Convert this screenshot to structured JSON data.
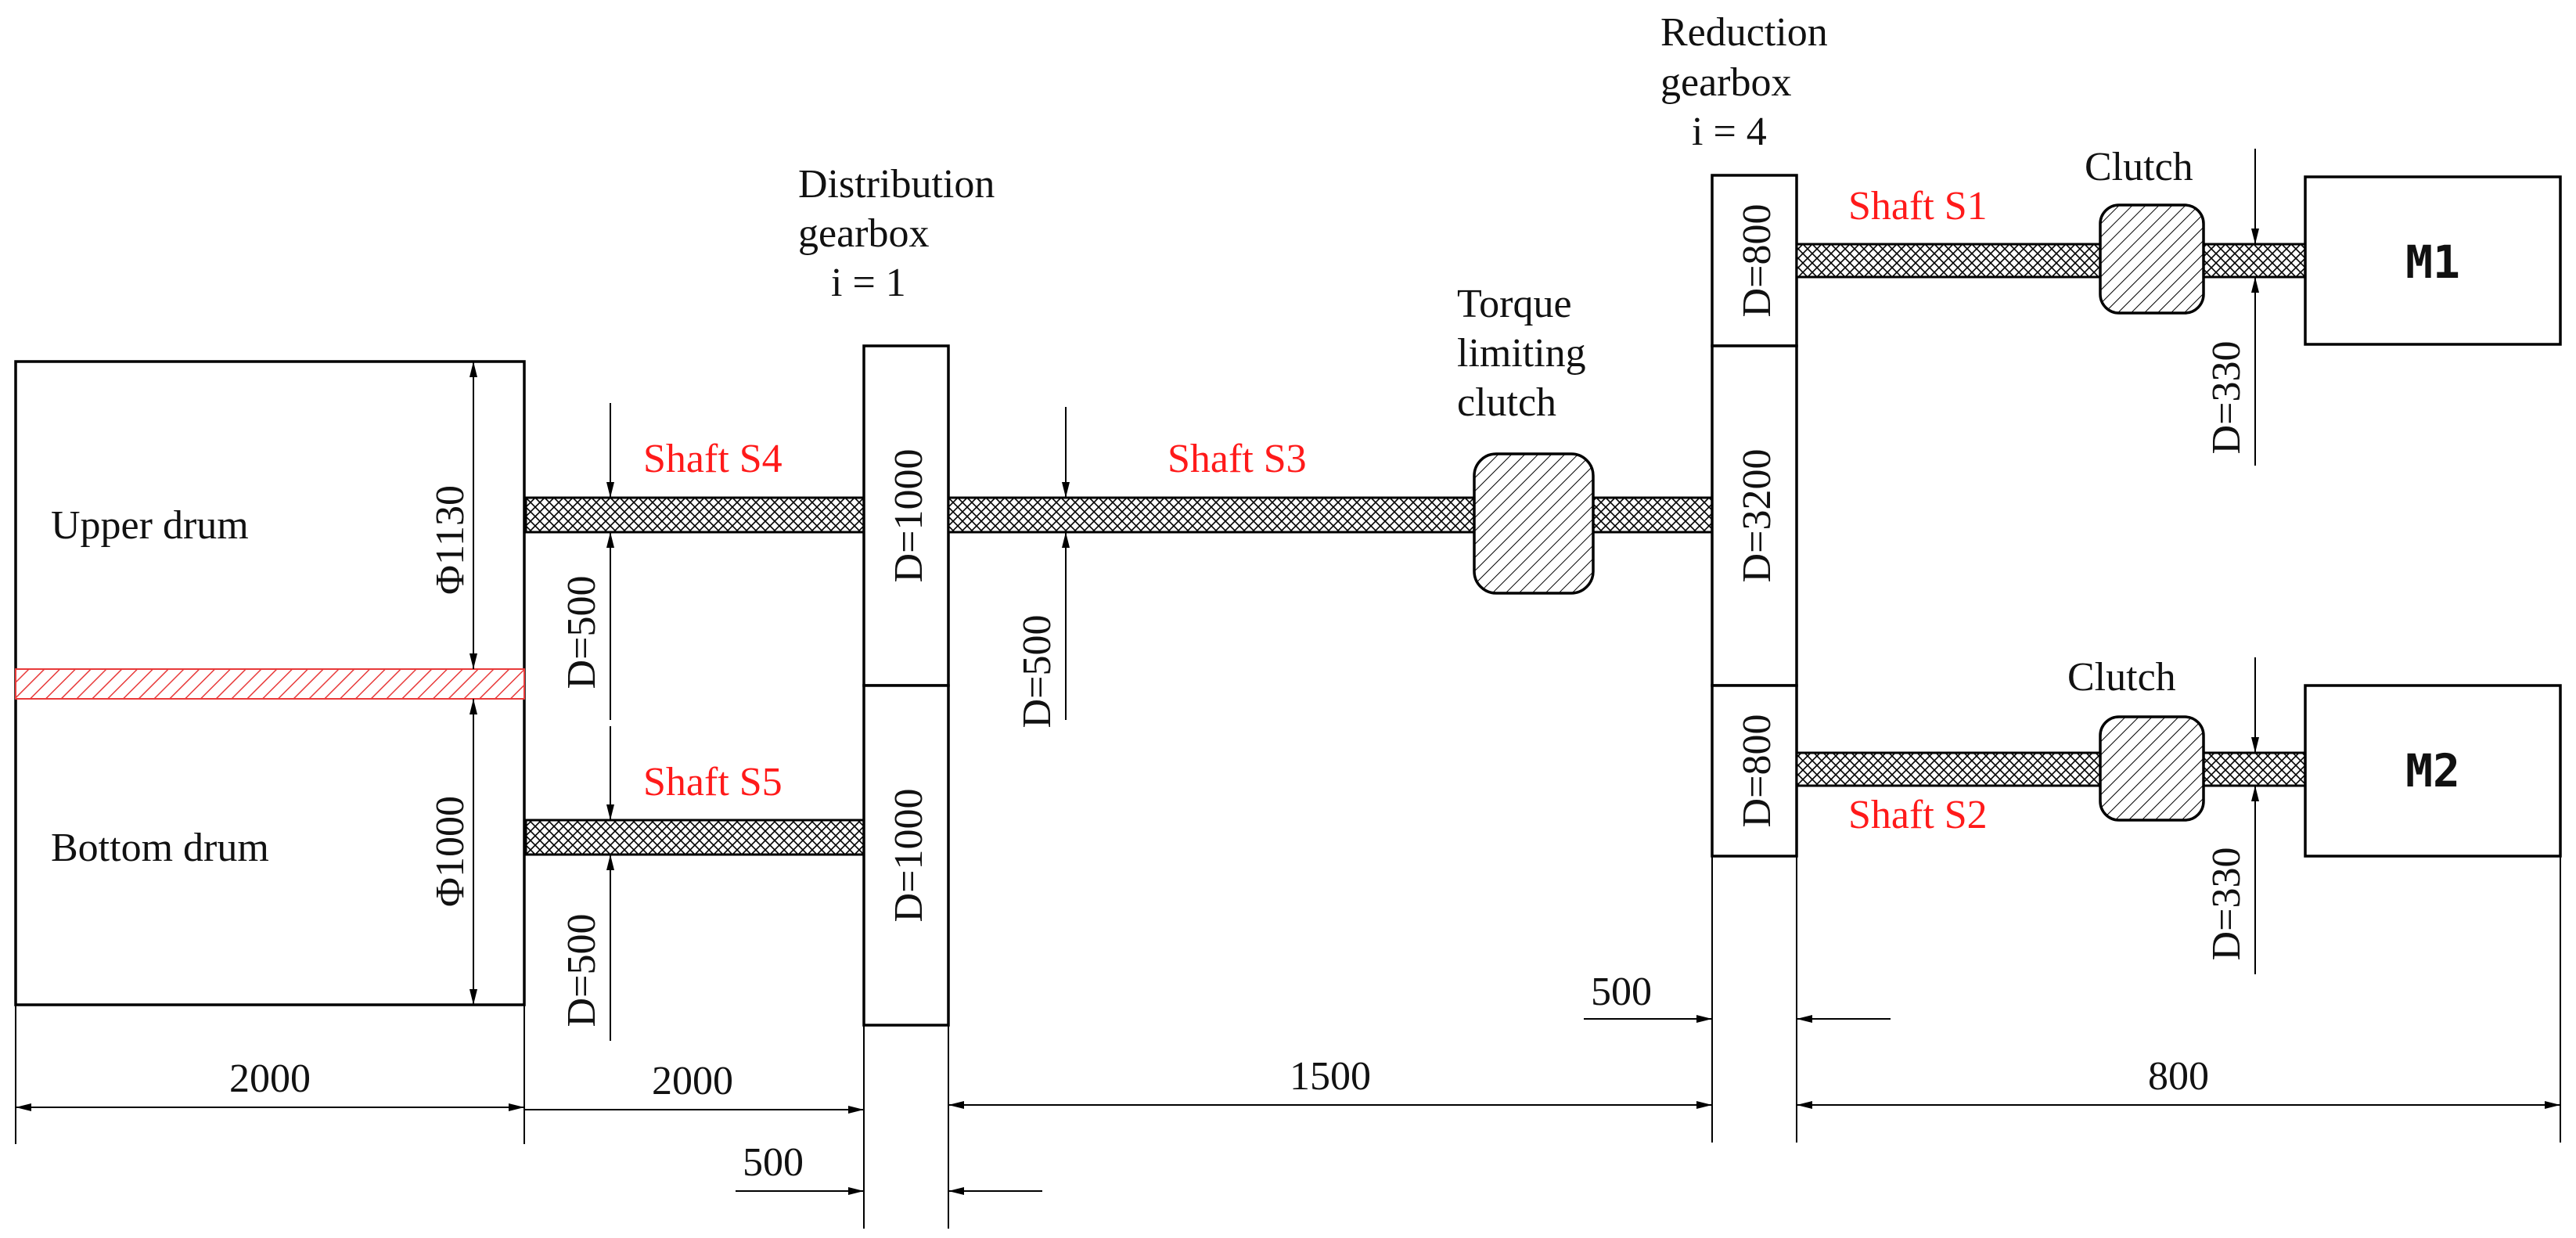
{
  "drums": {
    "upper_label": "Upper drum",
    "bottom_label": "Bottom drum",
    "upper_diameter": "Φ1130",
    "bottom_diameter": "Φ1000"
  },
  "shafts": {
    "s1": "Shaft S1",
    "s2": "Shaft S2",
    "s3": "Shaft S3",
    "s4": "Shaft S4",
    "s5": "Shaft S5"
  },
  "distribution_gearbox": {
    "title_line1": "Distribution",
    "title_line2": "gearbox",
    "ratio": "i = 1",
    "gear_upper": "D=1000",
    "gear_lower": "D=1000"
  },
  "reduction_gearbox": {
    "title_line1": "Reduction",
    "title_line2": "gearbox",
    "ratio": "i = 4",
    "gear_top": "D=800",
    "gear_middle": "D=3200",
    "gear_bottom": "D=800"
  },
  "torque_limiting_clutch": {
    "line1": "Torque",
    "line2": "limiting",
    "line3": "clutch"
  },
  "clutches": {
    "upper_label": "Clutch",
    "lower_label": "Clutch"
  },
  "motors": {
    "m1": "M1",
    "m2": "M2"
  },
  "shaft_diameters": {
    "s4": "D=500",
    "s5": "D=500",
    "s3": "D=500",
    "s1": "D=330",
    "s2": "D=330"
  },
  "lengths": {
    "drum_length": "2000",
    "s4_s5_length": "2000",
    "s3_length": "1500",
    "s1_s2_length": "800",
    "distribution_gearbox_width": "500",
    "reduction_gearbox_width": "500"
  },
  "colors": {
    "shaft_label": "#ff1a1a",
    "drum_separator_hatch": "#e83a3a",
    "line": "#000000"
  }
}
